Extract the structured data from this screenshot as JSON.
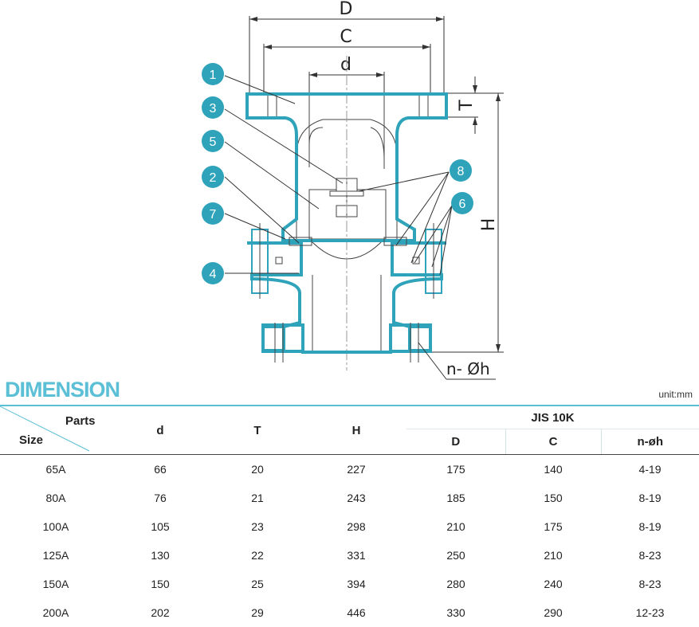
{
  "drawing": {
    "dim_labels": {
      "D": "D",
      "C": "C",
      "d": "d",
      "T": "T",
      "H": "H",
      "hole": "n- Øh"
    },
    "callouts": [
      "1",
      "3",
      "5",
      "2",
      "7",
      "4",
      "8",
      "6"
    ],
    "accent_color": "#2fa3ba"
  },
  "section": {
    "title": "DIMENSION",
    "unit": "unit:mm"
  },
  "table": {
    "corner_parts": "Parts",
    "corner_size": "Size",
    "headers": {
      "d": "d",
      "T": "T",
      "H": "H",
      "group": "JIS 10K",
      "D": "D",
      "C": "C",
      "nh": "n-øh"
    },
    "rows": [
      {
        "size": "65A",
        "d": "66",
        "T": "20",
        "H": "227",
        "D": "175",
        "C": "140",
        "nh": "4-19"
      },
      {
        "size": "80A",
        "d": "76",
        "T": "21",
        "H": "243",
        "D": "185",
        "C": "150",
        "nh": "8-19"
      },
      {
        "size": "100A",
        "d": "105",
        "T": "23",
        "H": "298",
        "D": "210",
        "C": "175",
        "nh": "8-19"
      },
      {
        "size": "125A",
        "d": "130",
        "T": "22",
        "H": "331",
        "D": "250",
        "C": "210",
        "nh": "8-23"
      },
      {
        "size": "150A",
        "d": "150",
        "T": "25",
        "H": "394",
        "D": "280",
        "C": "240",
        "nh": "8-23"
      },
      {
        "size": "200A",
        "d": "202",
        "T": "29",
        "H": "446",
        "D": "330",
        "C": "290",
        "nh": "12-23"
      }
    ]
  }
}
